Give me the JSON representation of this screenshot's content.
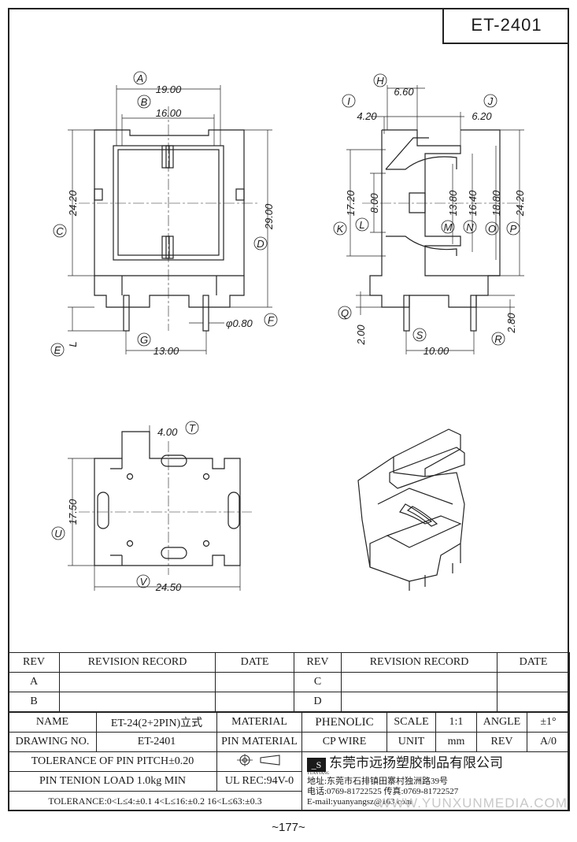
{
  "part_number": "ET-2401",
  "page_number": "~177~",
  "dimensions": {
    "A": "19.00",
    "B": "16.00",
    "C": "24.20",
    "D": "29.00",
    "E": "L",
    "F": "φ0.80",
    "G": "13.00",
    "H": "6.60",
    "I": "4.20",
    "J": "6.20",
    "K": "17.20",
    "L": "8.00",
    "M": "13.80",
    "N": "16.40",
    "O": "18.80",
    "P": "24.20",
    "Q": "2.00",
    "R": "2.80",
    "S": "10.00",
    "T": "4.00",
    "U": "17.50",
    "V": "24.50"
  },
  "revision_table": {
    "headers": [
      "REV",
      "REVISION RECORD",
      "DATE",
      "REV",
      "REVISION RECORD",
      "DATE"
    ],
    "rows": [
      [
        "A",
        "",
        "",
        "C",
        "",
        ""
      ],
      [
        "B",
        "",
        "",
        "D",
        "",
        ""
      ]
    ]
  },
  "title_block": {
    "name_label": "NAME",
    "name_value": "ET-24(2+2PIN)立式",
    "material_label": "MATERIAL",
    "material_value": "PHENOLIC",
    "scale_label": "SCALE",
    "scale_value": "1:1",
    "angle_label": "ANGLE",
    "angle_value": "±1°",
    "drawing_no_label": "DRAWING NO.",
    "drawing_no_value": "ET-2401",
    "pin_material_label": "PIN MATERIAL",
    "pin_material_value": "CP WIRE",
    "unit_label": "UNIT",
    "unit_value": "mm",
    "rev_label": "REV",
    "rev_value": "A/0",
    "tol_pitch": "TOLERANCE OF PIN PITCH±0.20",
    "pin_load": "PIN TENION LOAD 1.0kg MIN",
    "ul_rec": "UL REC:94V-0",
    "tolerance": "TOLERANCE:0<L≤4:±0.1  4<L≤16:±0.2  16<L≤63:±0.3",
    "company_name": "东莞市远扬塑胶制品有限公司",
    "brand": "YUANYANG",
    "address": "地址:东莞市石排镇田寨村独洲路39号",
    "phone": "电话:0769-81722525    传真:0769-81722527",
    "email": "E-mail:yuanyangsz@163.com"
  },
  "watermark": "WWW.YUNXUNMEDIA.COM"
}
